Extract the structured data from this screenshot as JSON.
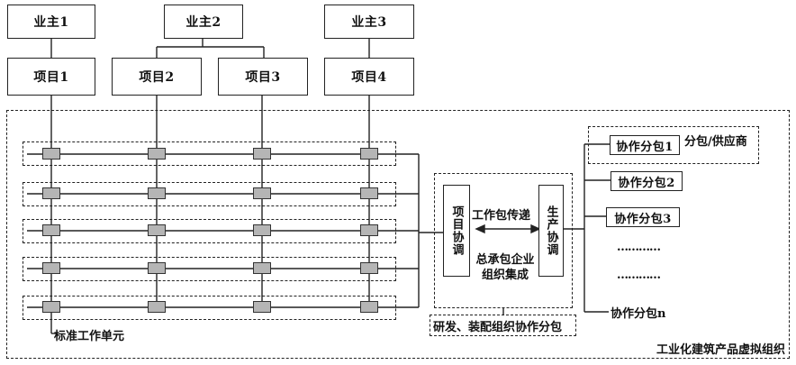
{
  "owners": [
    "业主1",
    "业主2",
    "业主3"
  ],
  "projects": [
    "项目1",
    "项目2",
    "项目3",
    "项目4"
  ],
  "org_label": "工业化建筑产品虚拟组织",
  "unit_label": "标准工作单元",
  "project_coord": "项目协调",
  "production_coord": "生产协调",
  "transfer_label": "工作包传递",
  "integrator_label": "总承包企业组织集成",
  "rnd_label": "研发、装配组织协作分包",
  "supplier_label": "分包/供应商",
  "subcontracts": [
    "协作分包1",
    "协作分包2",
    "协作分包3",
    "…………",
    "…………",
    "协作分包n"
  ]
}
